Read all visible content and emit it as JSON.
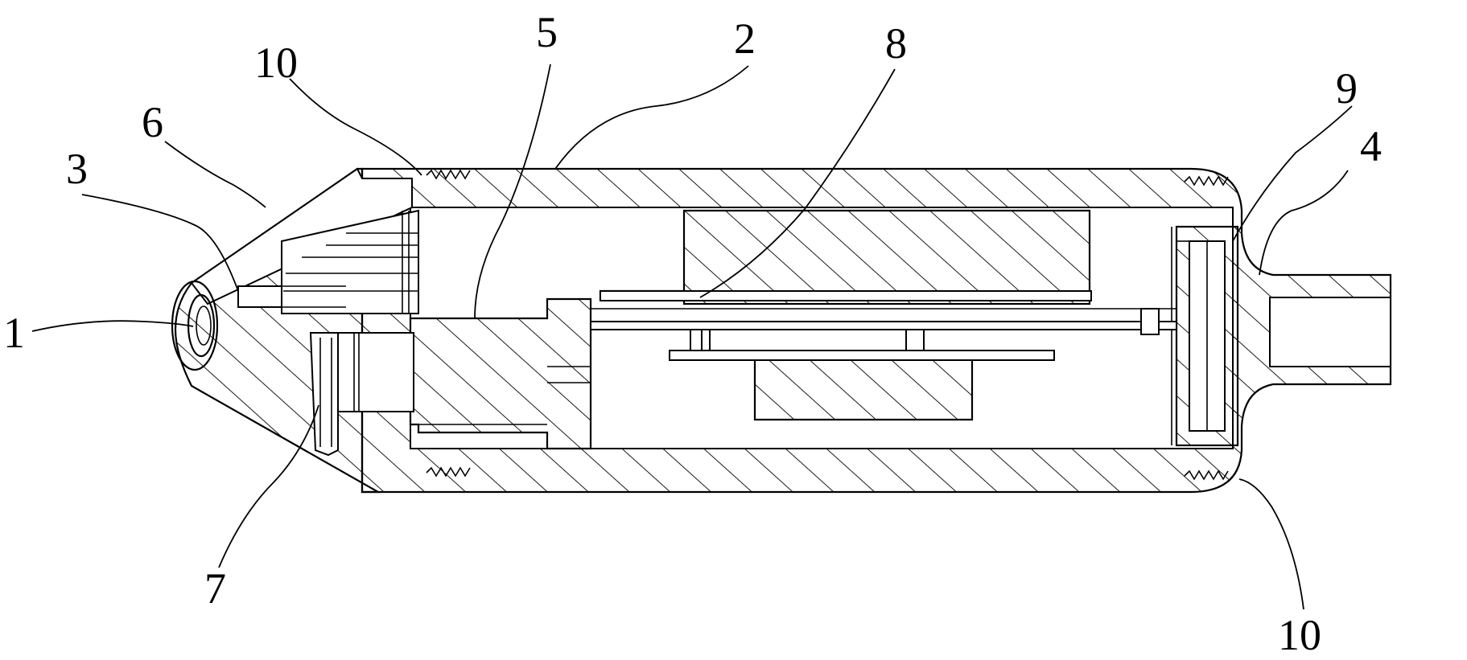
{
  "figure": {
    "type": "mechanical cross-section drawing",
    "labels": [
      {
        "id": "l1",
        "text": "1"
      },
      {
        "id": "l2",
        "text": "2"
      },
      {
        "id": "l3",
        "text": "3"
      },
      {
        "id": "l4",
        "text": "4"
      },
      {
        "id": "l5",
        "text": "5"
      },
      {
        "id": "l6",
        "text": "6"
      },
      {
        "id": "l7",
        "text": "7"
      },
      {
        "id": "l8",
        "text": "8"
      },
      {
        "id": "l9",
        "text": "9"
      },
      {
        "id": "l10a",
        "text": "10"
      },
      {
        "id": "l10b",
        "text": "10"
      }
    ]
  },
  "colors": {
    "line": "#000000",
    "background": "#ffffff"
  }
}
